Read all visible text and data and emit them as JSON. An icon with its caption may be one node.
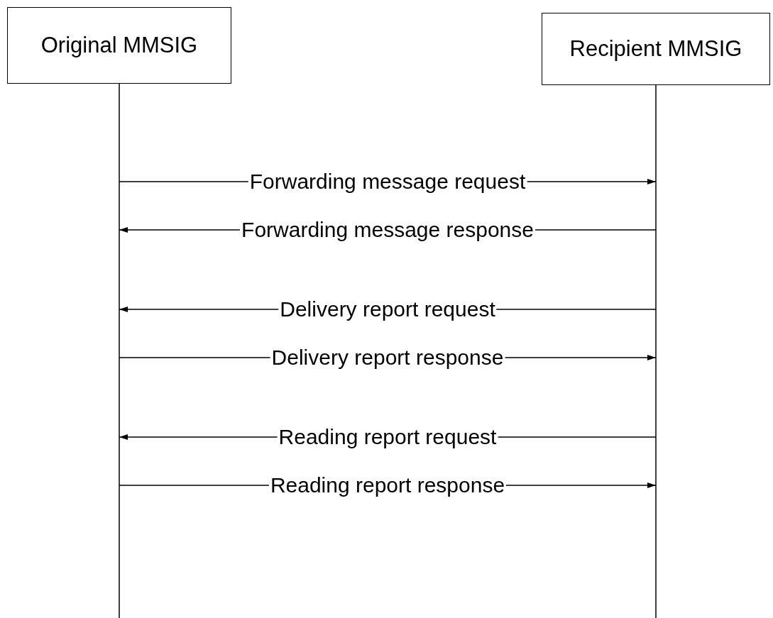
{
  "diagram": {
    "nodes": [
      {
        "text": [
          "Original MMSIG"
        ]
      },
      {
        "text": [
          "Recipient MMSIG"
        ]
      }
    ],
    "edges": [
      {
        "from": 0,
        "to": 1,
        "arrow": "to",
        "label": "Forwarding message request"
      },
      {
        "from": 1,
        "to": 0,
        "arrow": "to",
        "label": "Forwarding message response"
      },
      {
        "from": 1,
        "to": 0,
        "arrow": "to",
        "label": "Delivery report request"
      },
      {
        "from": 0,
        "to": 1,
        "arrow": "to",
        "label": "Delivery report response"
      },
      {
        "from": 1,
        "to": 0,
        "arrow": "to",
        "label": "Reading report request"
      },
      {
        "from": 0,
        "to": 1,
        "arrow": "to",
        "label": "Reading report response"
      }
    ]
  }
}
